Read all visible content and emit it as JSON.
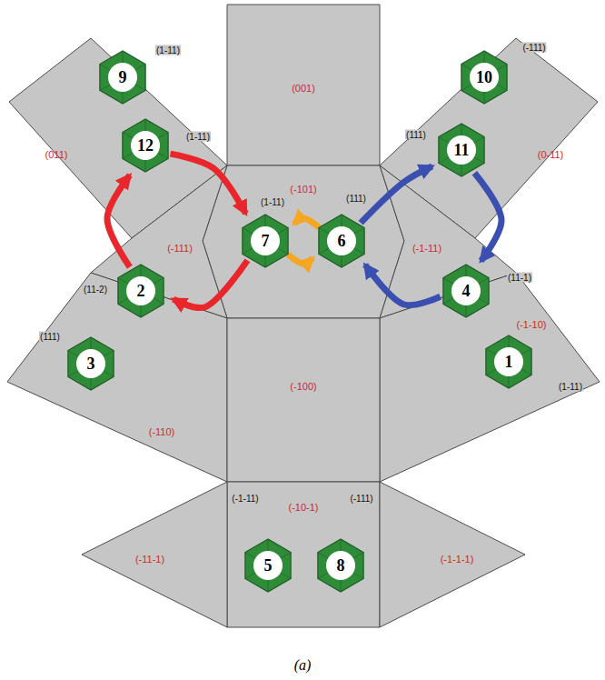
{
  "diagram": {
    "caption": "(a)",
    "nodes": [
      {
        "text": [
          "(001)"
        ]
      },
      {
        "text": [
          "(011)"
        ]
      },
      {
        "text": [
          "(0-11)"
        ]
      },
      {
        "text": [
          "(-101)"
        ]
      },
      {
        "text": [
          "(-111)"
        ]
      },
      {
        "text": [
          "(-1-11)"
        ]
      },
      {
        "text": [
          "(-110)"
        ]
      },
      {
        "text": [
          "(-1-10)"
        ]
      },
      {
        "text": [
          "(-100)"
        ]
      },
      {
        "text": [
          "(-10-1)"
        ]
      },
      {
        "text": [
          "(-11-1)"
        ]
      },
      {
        "text": [
          "(-1-1-1)"
        ]
      },
      {
        "text": [
          "9"
        ]
      },
      {
        "text": [
          "10"
        ]
      },
      {
        "text": [
          "12"
        ]
      },
      {
        "text": [
          "11"
        ]
      },
      {
        "text": [
          "7"
        ]
      },
      {
        "text": [
          "6"
        ]
      },
      {
        "text": [
          "2"
        ]
      },
      {
        "text": [
          "4"
        ]
      },
      {
        "text": [
          "3"
        ]
      },
      {
        "text": [
          "1"
        ]
      },
      {
        "text": [
          "5"
        ]
      },
      {
        "text": [
          "8"
        ]
      }
    ],
    "edges": [
      {
        "from": 14,
        "to": 16,
        "arrow": "to"
      },
      {
        "from": 16,
        "to": 18,
        "arrow": "to"
      },
      {
        "from": 18,
        "to": 14,
        "arrow": "to"
      },
      {
        "from": 17,
        "to": 16,
        "arrow": "to"
      },
      {
        "from": 16,
        "to": 17,
        "arrow": "to"
      },
      {
        "from": 15,
        "to": 19,
        "arrow": "to"
      },
      {
        "from": 19,
        "to": 17,
        "arrow": "to"
      },
      {
        "from": 17,
        "to": 15,
        "arrow": "to"
      }
    ],
    "labels": [
      "(1-11)",
      "(1-11)",
      "(1-11)",
      "(11-2)",
      "(111)",
      "(-111)",
      "(111)",
      "(111)",
      "(11-1)",
      "(1-11)",
      "(-1-11)",
      "(-111)"
    ]
  }
}
